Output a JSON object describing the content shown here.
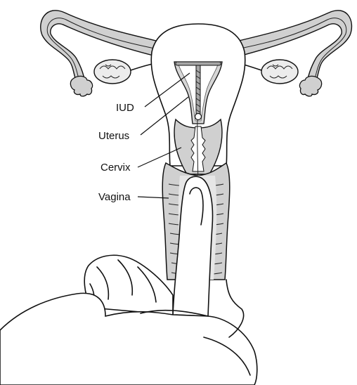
{
  "labels": {
    "iud": "IUD",
    "uterus": "Uterus",
    "cervix": "Cervix",
    "vagina": "Vagina"
  },
  "colors": {
    "tissue": "#d0d0d0",
    "tissue_light": "#e6e6e6",
    "cavity": "#ffffff",
    "iud": "#a8a8a8",
    "outline": "#111111",
    "skin": "#ffffff"
  }
}
